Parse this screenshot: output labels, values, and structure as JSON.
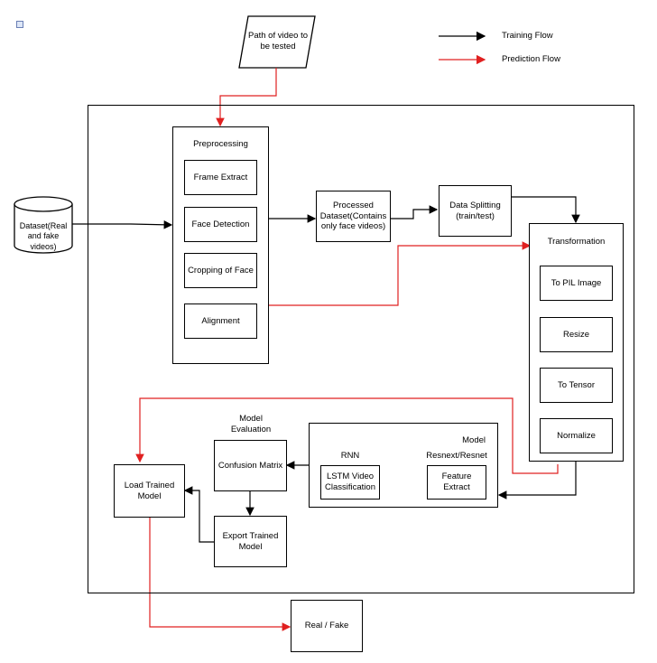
{
  "legend": {
    "training": "Training Flow",
    "prediction": "Prediction Flow",
    "training_color": "#000000",
    "prediction_color": "#e02020"
  },
  "nodes": {
    "video_path": "Path of video to be tested",
    "dataset": "Dataset(Real and fake videos)",
    "preprocessing": "Preprocessing",
    "frame_extract": "Frame Extract",
    "face_detection": "Face Detection",
    "cropping": "Cropping of Face",
    "alignment": "Alignment",
    "processed": "Processed Dataset(Contains only face videos)",
    "splitting": "Data Splitting (train/test)",
    "transformation": "Transformation",
    "to_pil": "To PIL Image",
    "resize": "Resize",
    "to_tensor": "To Tensor",
    "normalize": "Normalize",
    "model": "Model",
    "rnn": "RNN",
    "lstm": "LSTM Video Classification",
    "resnext": "Resnext/Resnet",
    "feature_extract": "Feature Extract",
    "model_eval": "Model Evaluation",
    "confusion": "Confusion Matrix",
    "export": "Export Trained Model",
    "load": "Load Trained Model",
    "result": "Real / Fake"
  }
}
